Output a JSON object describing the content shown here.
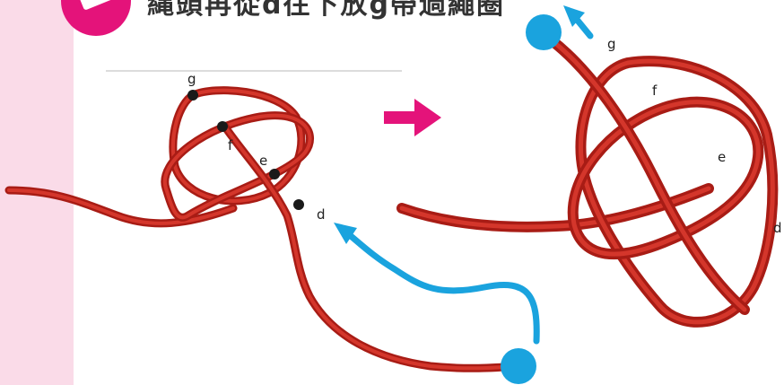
{
  "header": {
    "title": "縄頭再從d往下放g帶過繩圈",
    "badge_icon": "pencil-badge-icon"
  },
  "left_figure": {
    "labels": {
      "g": "g",
      "f": "f",
      "e": "e",
      "d": "d"
    }
  },
  "right_figure": {
    "labels": {
      "g": "g",
      "f": "f",
      "e": "e",
      "d": "d"
    }
  },
  "colors": {
    "rope": "#c0231b",
    "rope_highlight": "#e0483c",
    "accent_arrow": "#1aa3de",
    "step_arrow": "#e4137a",
    "pink_strip": "#fadbe8",
    "marker": "#1a1a1a"
  }
}
